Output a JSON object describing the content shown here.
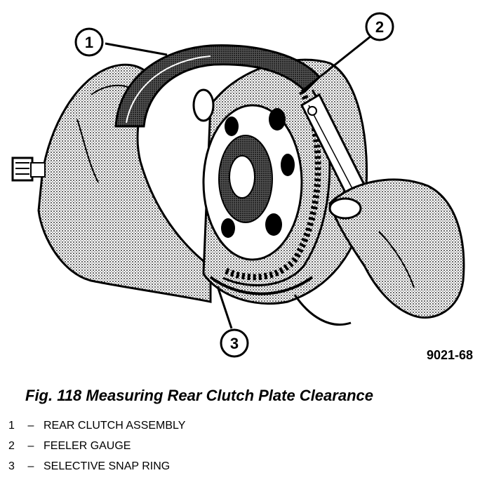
{
  "figure": {
    "code": "9021-68",
    "caption": "Fig. 118 Measuring Rear Clutch Plate Clearance",
    "callouts": [
      "1",
      "2",
      "3"
    ]
  },
  "legend": {
    "separator": "–",
    "items": [
      {
        "number": "1",
        "label": "REAR CLUTCH ASSEMBLY"
      },
      {
        "number": "2",
        "label": "FEELER GAUGE"
      },
      {
        "number": "3",
        "label": "SELECTIVE SNAP RING"
      }
    ]
  },
  "colors": {
    "ink": "#000000",
    "paper": "#ffffff",
    "shade": "#6f6f6f"
  }
}
